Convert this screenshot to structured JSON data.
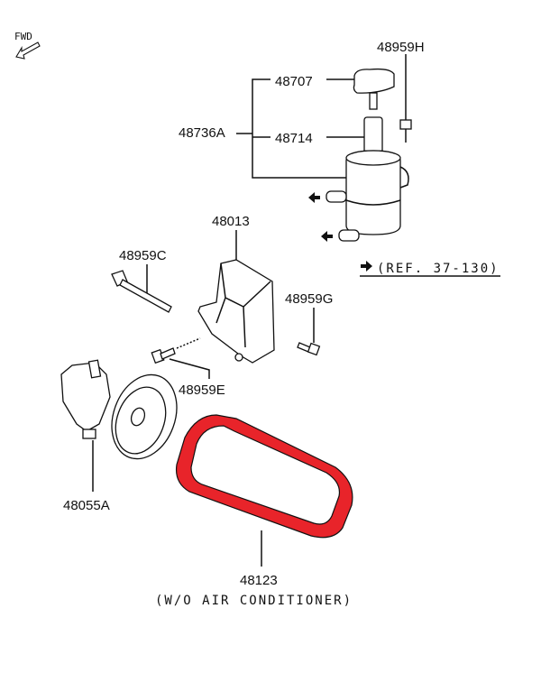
{
  "direction": {
    "label": "FWD"
  },
  "parts": {
    "p48959H": "48959H",
    "p48707": "48707",
    "p48736A": "48736A",
    "p48714": "48714",
    "p48013": "48013",
    "p48959C": "48959C",
    "p48959G": "48959G",
    "p48959E": "48959E",
    "p48055A": "48055A",
    "p48123": "48123"
  },
  "reference": "(REF. 37-130)",
  "note": "(W/O AIR CONDITIONER)",
  "colors": {
    "highlight": "#e8242a",
    "line": "#111111"
  }
}
